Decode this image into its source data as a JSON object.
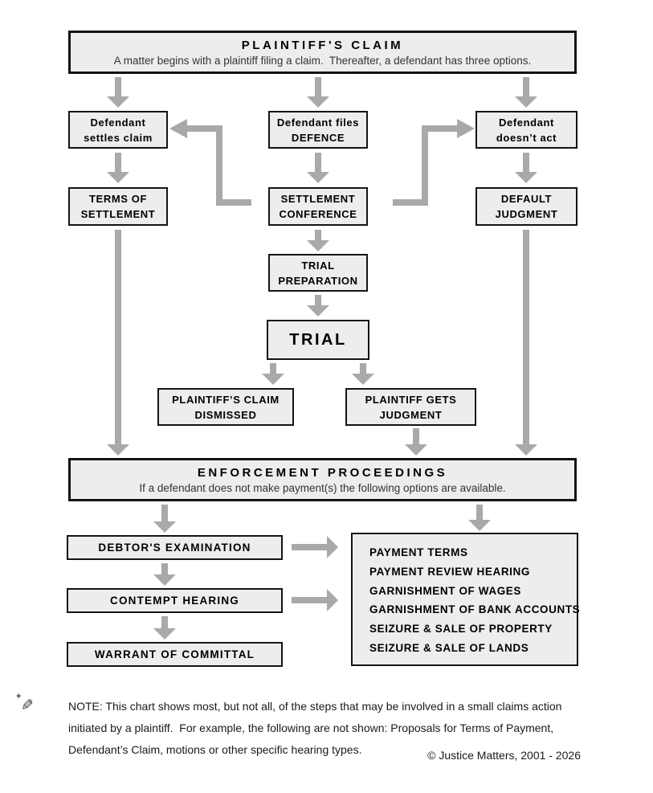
{
  "colors": {
    "box_fill": "#ededed",
    "box_border": "#141414",
    "arrow": "#a9a9a9",
    "background": "#ffffff"
  },
  "top_banner": {
    "title": "PLAINTIFF'S CLAIM",
    "subtitle": "A matter begins with a plaintiff filing a claim.  Thereafter, a defendant has three options."
  },
  "nodes": {
    "settles": "Defendant settles claim",
    "defence": "Defendant files DEFENCE",
    "no_act": "Defendant doesn’t act",
    "terms": "TERMS OF SETTLEMENT",
    "conference": "SETTLEMENT CONFERENCE",
    "default_judgment": "DEFAULT JUDGMENT",
    "trial_prep": "TRIAL PREPARATION",
    "trial": "TRIAL",
    "dismissed": "PLAINTIFF’S CLAIM DISMISSED",
    "judgment": "PLAINTIFF GETS JUDGMENT",
    "debtors_exam": "DEBTOR'S EXAMINATION",
    "contempt": "CONTEMPT HEARING",
    "warrant": "WARRANT OF COMMITTAL"
  },
  "enforcement_banner": {
    "title": "ENFORCEMENT PROCEEDINGS",
    "subtitle": "If a defendant does not make payment(s) the following options are available."
  },
  "options": {
    "items": [
      "PAYMENT TERMS",
      "PAYMENT REVIEW HEARING",
      "GARNISHMENT OF WAGES",
      "GARNISHMENT OF BANK ACCOUNTS",
      "SEIZURE & SALE OF PROPERTY",
      "SEIZURE & SALE OF LANDS"
    ]
  },
  "note": {
    "icon": "pen-icon",
    "icon_glyph": "✎",
    "icon_spark": "+",
    "lines": [
      "NOTE: This chart shows most, but not all, of the steps that may be involved in a small claims action",
      "initiated by a plaintiff.  For example, the following are not shown: Proposals for Terms of Payment,",
      "Defendant’s Claim, motions or other specific hearing types."
    ]
  },
  "copyright": "© Justice Matters, 2001 - 2026"
}
